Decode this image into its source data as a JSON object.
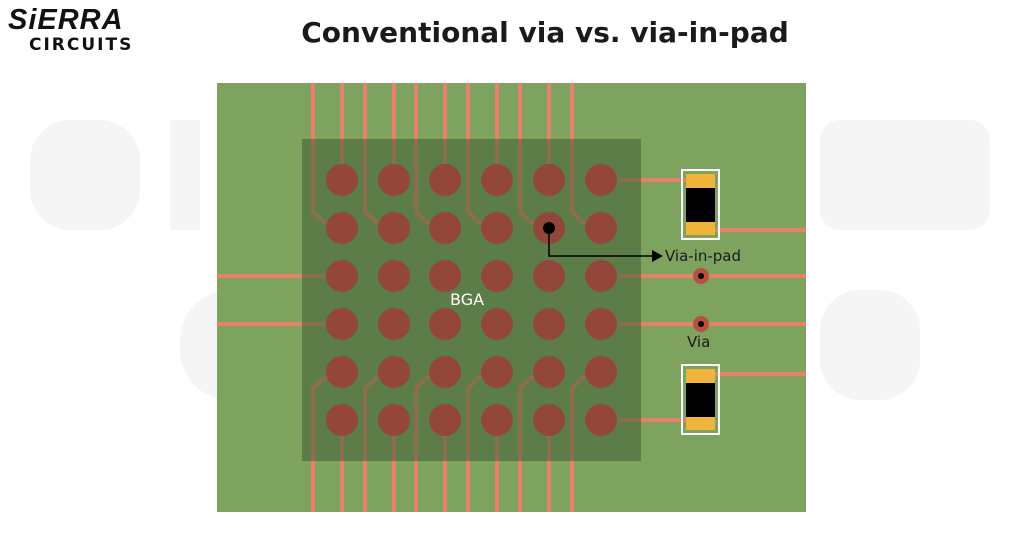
{
  "logo": {
    "line1": "SiERRA",
    "line2": "CIRCUITS"
  },
  "title": "Conventional via vs. via-in-pad",
  "watermark": "SIERRA CIRCUITS",
  "labels": {
    "bga": "BGA",
    "via_in_pad": "Via-in-pad",
    "via": "Via"
  },
  "colors": {
    "board": "#7ea35f",
    "bga_body": "#58764a",
    "pad": "#93473a",
    "trace": "#e8806a",
    "component_end": "#f0b43c",
    "component_body": "#000000"
  },
  "bga_grid": {
    "rows": 6,
    "cols": 6
  }
}
